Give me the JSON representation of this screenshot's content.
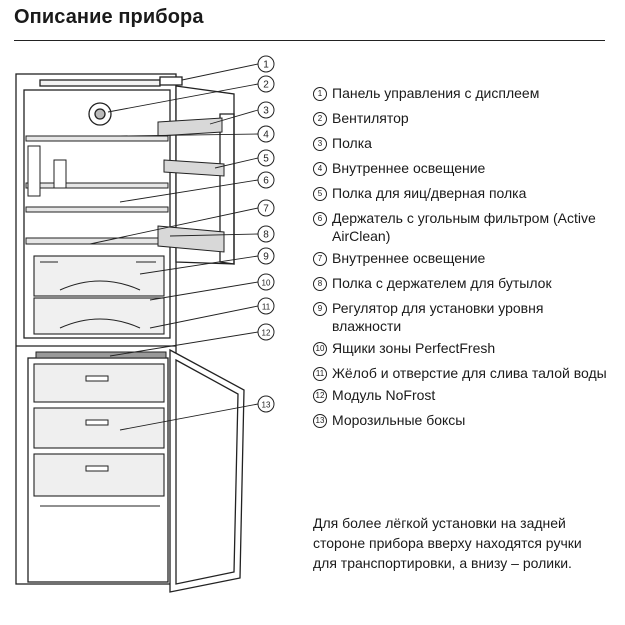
{
  "title": "Описание прибора",
  "legend": [
    {
      "num": "1",
      "text": "Панель управления с дисплеем"
    },
    {
      "num": "2",
      "text": "Вентилятор"
    },
    {
      "num": "3",
      "text": "Полка"
    },
    {
      "num": "4",
      "text": "Внутреннее освещение"
    },
    {
      "num": "5",
      "text": "Полка для яиц/дверная полка"
    },
    {
      "num": "6",
      "text": "Держатель с угольным фильтром (Active AirClean)"
    },
    {
      "num": "7",
      "text": "Внутреннее освещение"
    },
    {
      "num": "8",
      "text": "Полка с держателем для бутылок"
    },
    {
      "num": "9",
      "text": "Регулятор для установки уровня влажности"
    },
    {
      "num": "10",
      "text": "Ящики зоны PerfectFresh"
    },
    {
      "num": "11",
      "text": "Жёлоб и отверстие для слива талой воды"
    },
    {
      "num": "12",
      "text": "Модуль NoFrost"
    },
    {
      "num": "13",
      "text": "Морозильные боксы"
    }
  ],
  "note": "Для более лёгкой установки на задней стороне прибора вверху находятся ручки для транспортировки, а внизу – ролики.",
  "diagram_callouts": [
    "1",
    "2",
    "3",
    "4",
    "5",
    "6",
    "7",
    "8",
    "9",
    "10",
    "11",
    "12",
    "13"
  ],
  "colors": {
    "line": "#222222",
    "shelf": "#e2e2e2",
    "drawer": "#eeeeee"
  }
}
